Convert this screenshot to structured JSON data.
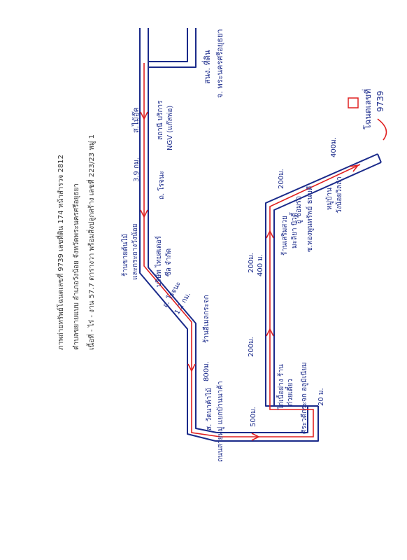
{
  "header": {
    "line1": "ภาพถ่ายทรัพย์โฉนดเลขที่ 9739  เลขที่ดิน 174  หน้าสำรวจ 2812",
    "line2": "ตำบลขยายแบบ  อำเภอวังน้อย  จังหวัดพระนครศรีอยุธยา",
    "line3": "เนื้อที่ - ไร่ - งาน  57.7 ตารางวา  พร้อมสิ่งปลูกสร้าง  เลขที่ 223/23 หมู่ 1"
  },
  "labels": {
    "hq": "สนง. ที่ดิน",
    "province": "จ. พระนครศรีอยุธยา",
    "intersection_top": "ส.ไม้อุ๊ค",
    "gas_station": "สถานี บริการ",
    "ngv": "NGV (แก๊สพ่อ)",
    "dist_39": "3.9 กม.",
    "road_d": "ถ. โรจนะ",
    "shop1": "ร้านขายต้นไม้",
    "shop1b": "และกระถางวังน้อย",
    "company": "บริษัท ไทยสเตอร์",
    "company2": "ซีล จำกัด",
    "dist_12": "1.2 กม.",
    "road_side": "ถ. โรจนะ",
    "shop2": "ร้านอีเมลกระจก",
    "dist_800": "800ม.",
    "turn_left": "ส. วัดนาค้าไม้",
    "bottom_road": "ถนนสายหมู่ แยกบ้านนาค้า",
    "dist_500": "500ม.",
    "dist_200a": "200ม.",
    "dist_200b": "200ม.",
    "dist_400": "400 ม.",
    "dist_200c": "200ม.",
    "dist_400b": "400ม.",
    "store_a": "ไก่เนื้อย่าง ร้าน",
    "store_a2": "ก๋วยเตี๋ยว",
    "store_b": "ศิระวดีกระจก อลูมิเนียม",
    "dist_20": "20 ม.",
    "store_c": "ร้านเสริมสวย",
    "store_c2": "มะลิยา บิวตี้",
    "store_c3": "อู่ ซ่อมรถ",
    "store_c4": "ซ.ทองพูนทรัพย์ ธนบดี",
    "village": "หมู่บ้าน",
    "village2": "วังน้อยวิลล่า",
    "deed": "โฉนดเลขที่",
    "deed_no": "9739"
  },
  "colors": {
    "road": "#1a2a8a",
    "route": "#e02020",
    "header_text": "#333333"
  }
}
